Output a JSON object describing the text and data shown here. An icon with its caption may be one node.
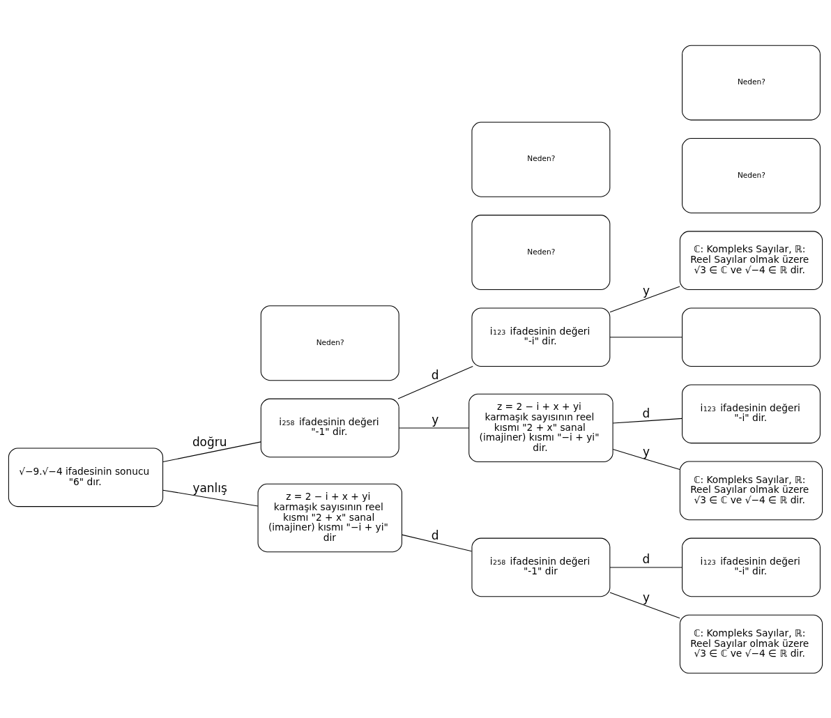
{
  "diagram": {
    "nodes": [
      {
        "text": [
          "√−9.√−4 ifadesinin sonucu \"6\" dır."
        ]
      },
      {
        "text": [
          "i$^{258}$ ifadesinin değeri \"-1\" dir."
        ]
      },
      {
        "text": [
          "Neden?"
        ]
      },
      {
        "text": [
          "i$^{123}$ ifadesinin değeri \"-i\" dir."
        ]
      },
      {
        "text": [
          "ℂ: Kompleks Sayılar, ℝ: Reel Sayılar olmak üzere √3 ∈ ℂ ve √−4 ∈ ℝ dir."
        ]
      },
      {
        "text": [
          "Neden?"
        ]
      },
      {
        "text": [
          "z = 2 − i + x + yi karmaşık sayısının reel kısmı \"2 + x\" sanal (imajiner) kısmı \"−i + yi\" dir."
        ]
      },
      {
        "text": [
          "i$^{123}$ ifadesinin değeri \"-i\" dir."
        ]
      },
      {
        "text": [
          "ℂ: Kompleks Sayılar, ℝ: Reel Sayılar olmak üzere √3 ∈ ℂ ve √−4 ∈ ℝ dir."
        ]
      },
      {
        "text": [
          "Neden?"
        ]
      },
      {
        "text": [
          "z = 2 − i + x + yi karmaşık sayısının reel kısmı \"2 + x\" sanal (imajiner) kısmı \"−i + yi\" dir"
        ]
      },
      {
        "text": [
          "Neden?"
        ]
      },
      {
        "text": [
          "i$^{258}$ ifadesinin değeri \"-1\" dir"
        ]
      },
      {
        "text": [
          "i$^{123}$ ifadesinin değeri \"-i\" dir."
        ]
      },
      {
        "text": [
          "ℂ: Kompleks Sayılar, ℝ: Reel Sayılar olmak üzere √3 ∈ ℂ ve √−4 ∈ ℝ dir."
        ]
      },
      {
        "text": [
          "Neden?"
        ]
      },
      {
        "text": [],
        "shape": "box"
      }
    ],
    "edges": [
      {
        "from": 0,
        "to": 1,
        "arrow": "none",
        "label": "doğru"
      },
      {
        "from": 0,
        "to": 10,
        "arrow": "none",
        "label": "yanlış"
      },
      {
        "from": 1,
        "to": 3,
        "arrow": "none",
        "label": "d"
      },
      {
        "from": 1,
        "to": 6,
        "arrow": "none",
        "label": "y"
      },
      {
        "from": 3,
        "to": 16,
        "arrow": "none"
      },
      {
        "from": 3,
        "to": 4,
        "arrow": "none",
        "label": "y"
      },
      {
        "from": 6,
        "to": 7,
        "arrow": "none",
        "label": "d"
      },
      {
        "from": 6,
        "to": 8,
        "arrow": "none",
        "label": "y"
      },
      {
        "from": 10,
        "to": 12,
        "arrow": "none",
        "label": "d"
      },
      {
        "from": 12,
        "to": 13,
        "arrow": "none",
        "label": "d"
      },
      {
        "from": 12,
        "to": 14,
        "arrow": "none",
        "label": "y"
      }
    ]
  }
}
